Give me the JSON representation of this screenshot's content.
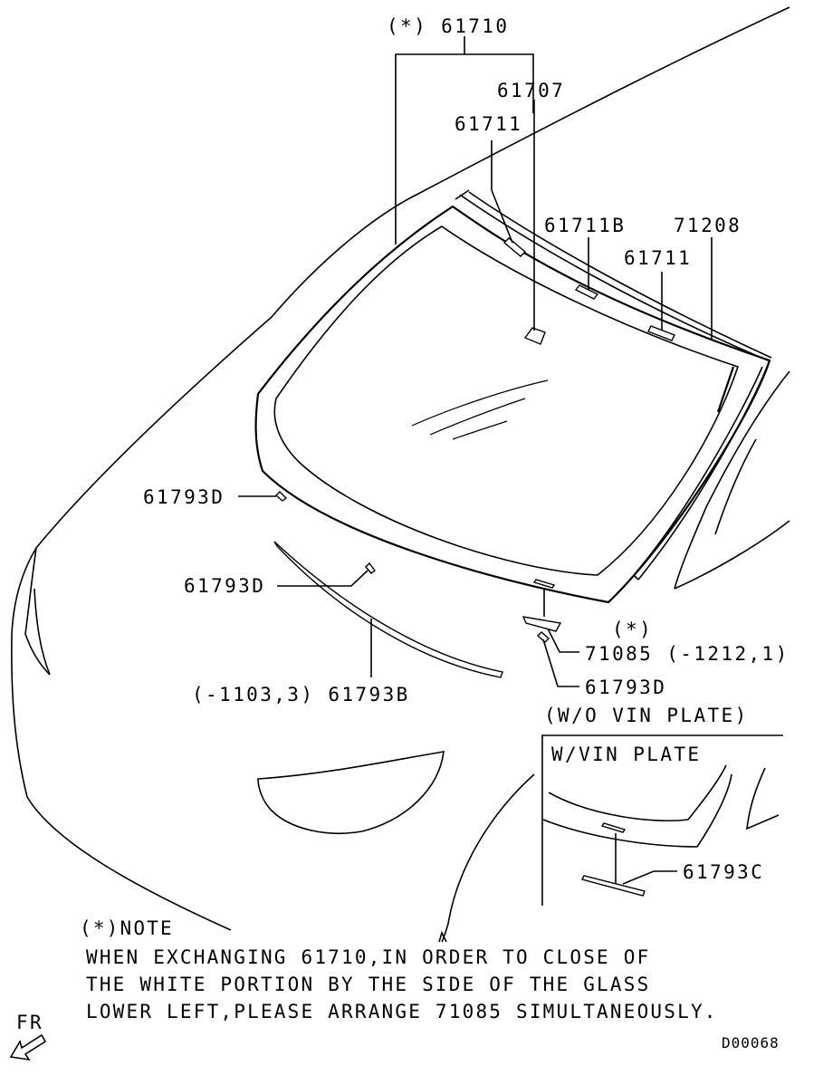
{
  "labels": {
    "windshield_assy": "(*) 61710",
    "mirror_bracket": "61707",
    "spacer_top_left": "61711",
    "spacer_b": "61711B",
    "molding": "71208",
    "spacer_top_right": "61711",
    "dam_left": "61793D",
    "dam_mid": "61793D",
    "lower_strip": "(-1103,3) 61793B",
    "asterisk": "(*)",
    "plate": "71085 (-1212,1)",
    "dam_bottom": "61793D",
    "wo_vin": "(W/O VIN PLATE)",
    "w_vin": "W/VIN PLATE",
    "vin_part": "61793C"
  },
  "note": {
    "title": "(*)NOTE",
    "line1": "WHEN EXCHANGING 61710,IN ORDER TO CLOSE OF",
    "line2": "THE WHITE PORTION BY THE SIDE OF THE GLASS",
    "line3": "LOWER LEFT,PLEASE ARRANGE 71085 SIMULTANEOUSLY."
  },
  "front_indicator": "FR",
  "diagram_code": "D00068"
}
